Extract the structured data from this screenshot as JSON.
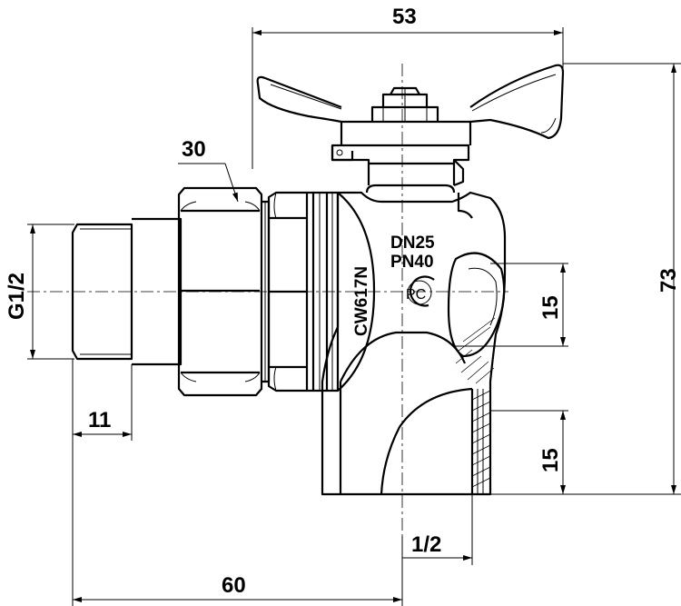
{
  "dimensions": {
    "top_width": "53",
    "nut_wrench_size": "30",
    "height": "73",
    "thread_male": "G1/2",
    "thread_length": "11",
    "upper_thread_length": "15",
    "lower_thread_length": "15",
    "thread_female": "1/2",
    "overall_length": "60"
  },
  "body_marking": {
    "material": "CW617N",
    "nominal_diameter": "DN25",
    "pressure_rating": "PN40",
    "certification": "PC"
  }
}
